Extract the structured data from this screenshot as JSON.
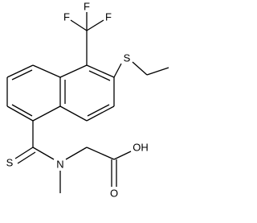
{
  "molecule": {
    "atoms": {
      "fluorine_1": "F",
      "fluorine_2": "F",
      "fluorine_3": "F",
      "sulfur_methylthio": "S",
      "sulfur_thioamide": "S",
      "nitrogen": "N",
      "carboxyl_oxygen_oh": "OH",
      "carboxyl_oxygen_double": "O"
    }
  }
}
